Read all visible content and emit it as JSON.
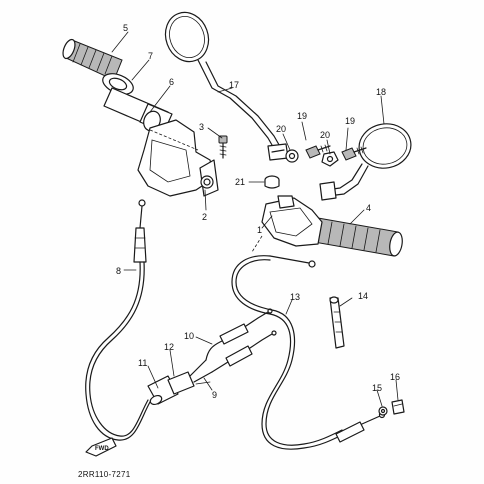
{
  "diagram": {
    "part_code": "2RR110-7271",
    "fwd_label": "FWD",
    "callouts": [
      "1",
      "2",
      "3",
      "4",
      "5",
      "6",
      "7",
      "8",
      "9",
      "10",
      "11",
      "12",
      "13",
      "14",
      "15",
      "16",
      "17",
      "18",
      "19",
      "20",
      "20",
      "19",
      "21"
    ]
  }
}
